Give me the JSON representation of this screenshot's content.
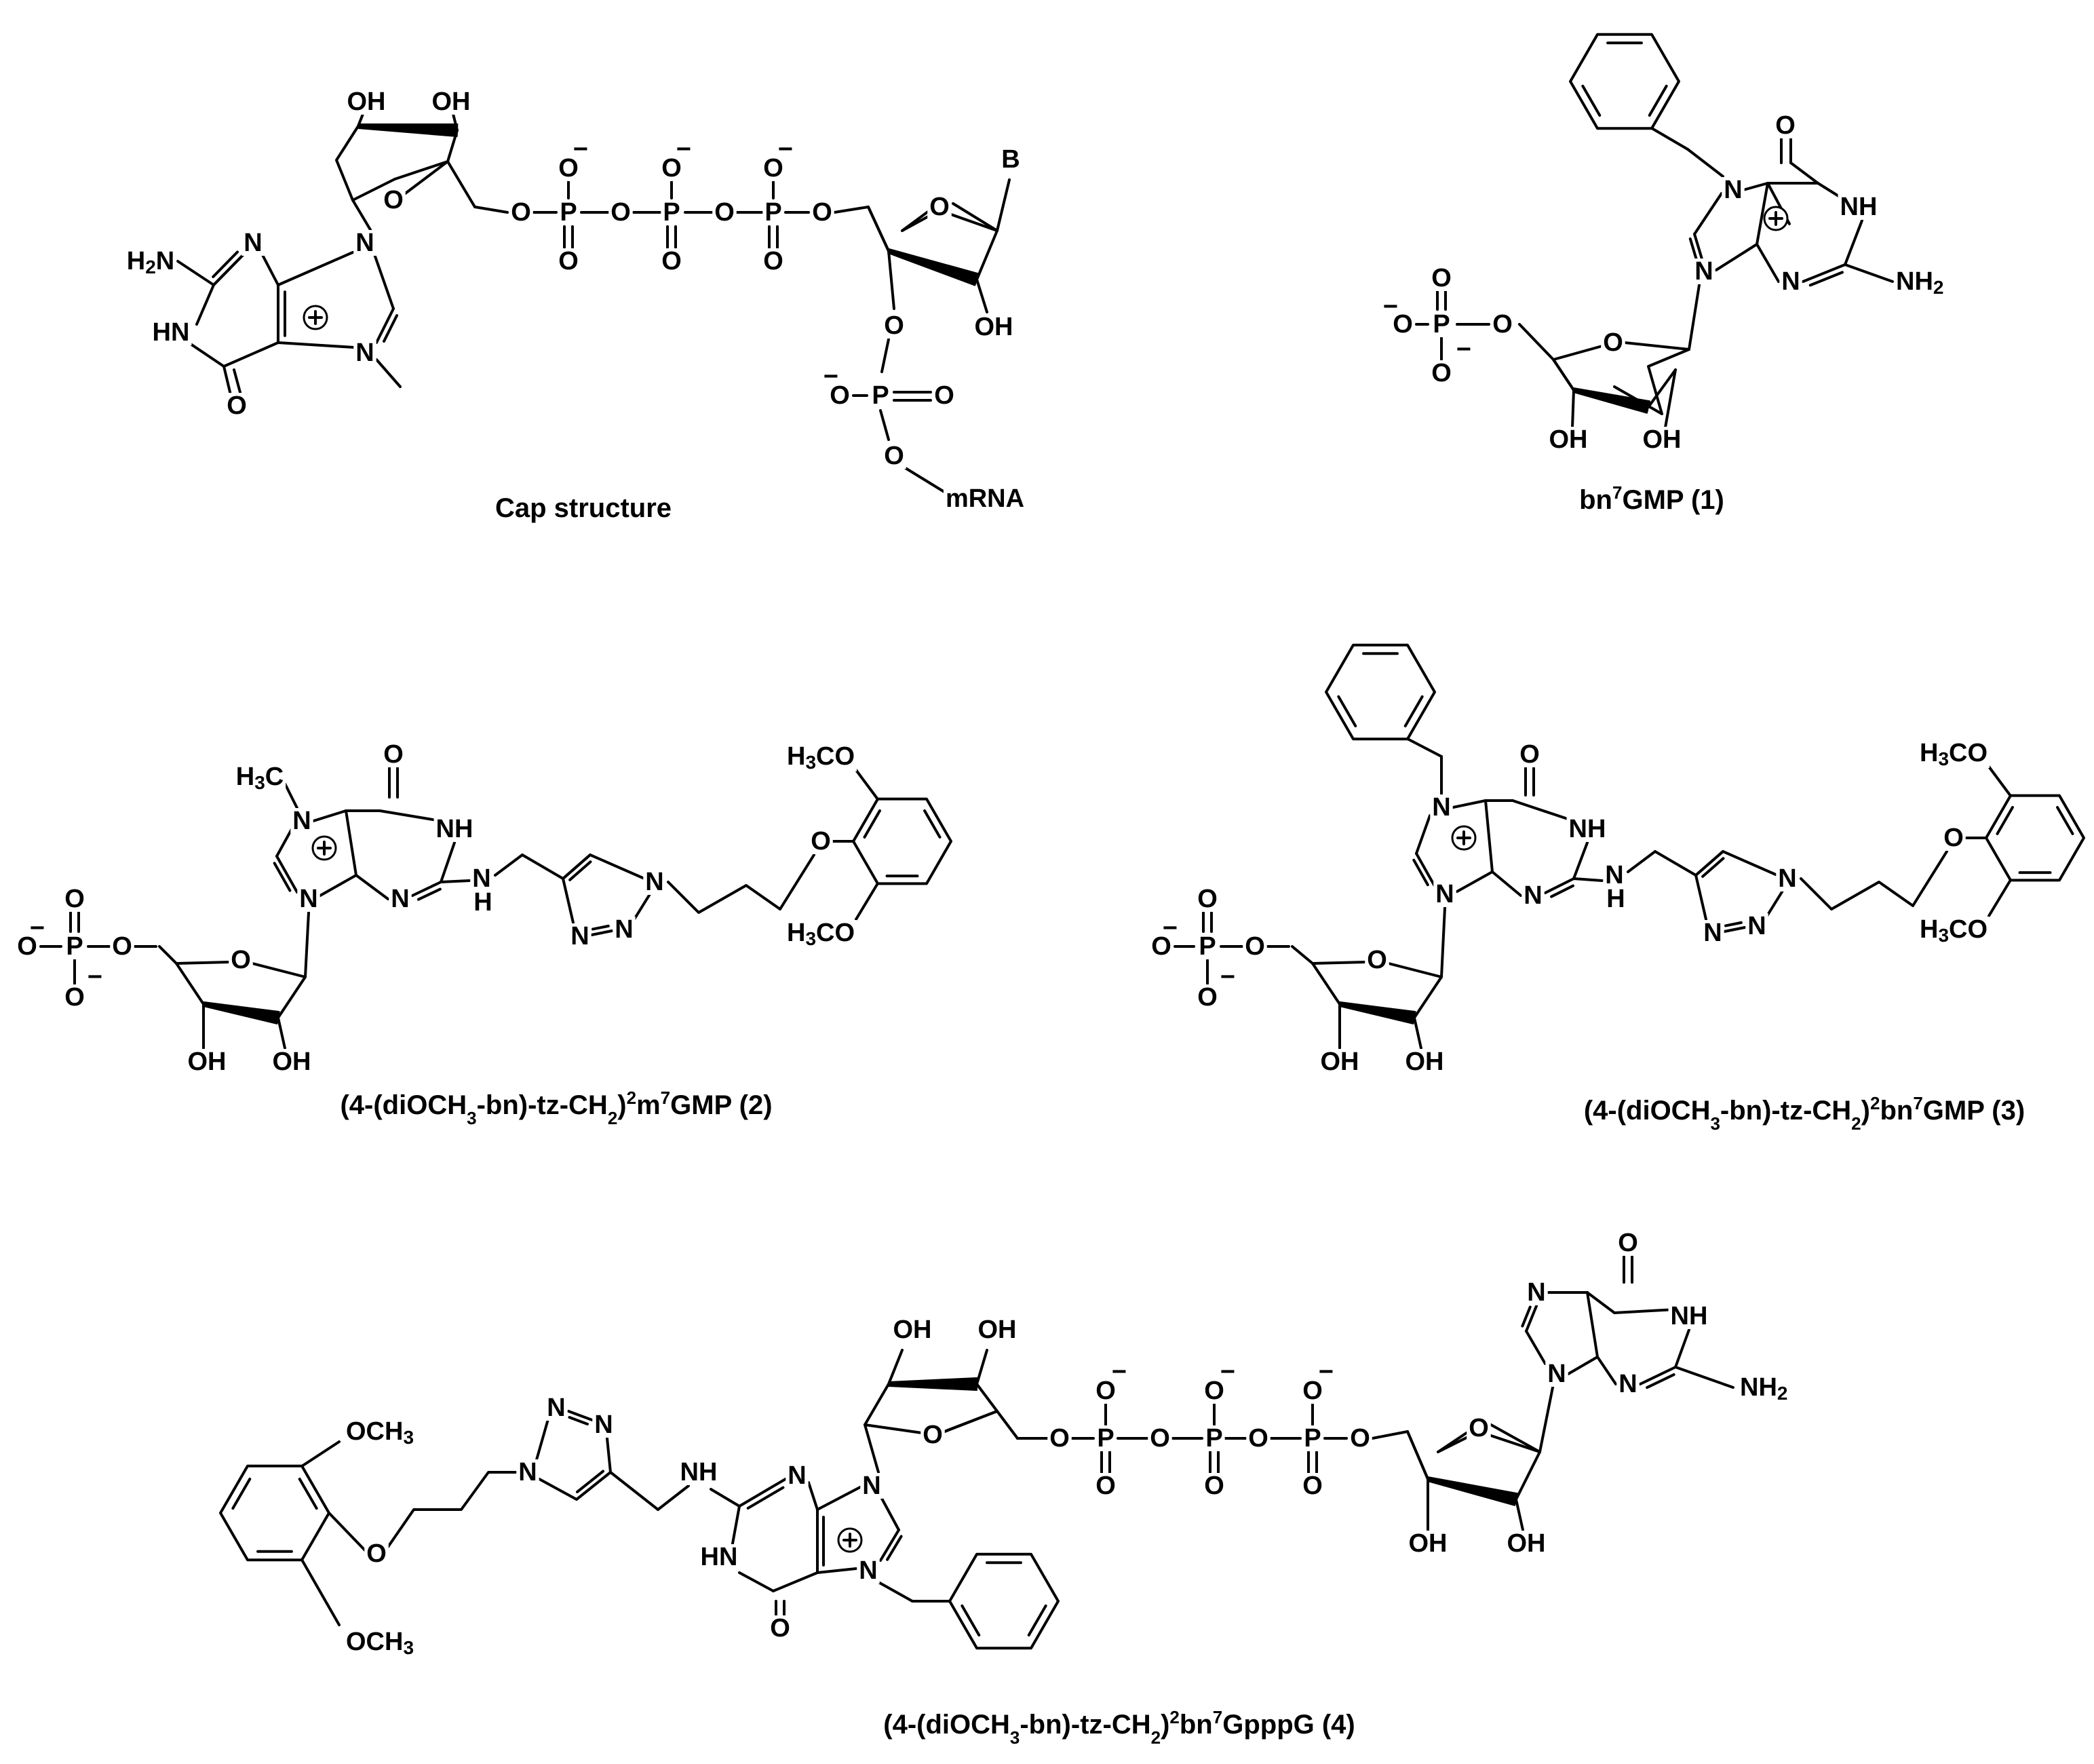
{
  "captions": [
    {
      "id": "cap",
      "parts": [
        {
          "t": "Cap structure"
        }
      ]
    },
    {
      "id": "c1",
      "parts": [
        {
          "t": "bn"
        },
        {
          "t": "7",
          "sup": true
        },
        {
          "t": "GMP (1)"
        }
      ]
    },
    {
      "id": "c2",
      "parts": [
        {
          "t": "(4-(diOCH"
        },
        {
          "t": "3",
          "sub": true
        },
        {
          "t": "-bn)-tz-CH"
        },
        {
          "t": "2",
          "sub": true
        },
        {
          "t": ")"
        },
        {
          "t": "2",
          "sup": true
        },
        {
          "t": "m"
        },
        {
          "t": "7",
          "sup": true
        },
        {
          "t": "GMP (2)"
        }
      ]
    },
    {
      "id": "c3",
      "parts": [
        {
          "t": "(4-(diOCH"
        },
        {
          "t": "3",
          "sub": true
        },
        {
          "t": "-bn)-tz-CH"
        },
        {
          "t": "2",
          "sub": true
        },
        {
          "t": ")"
        },
        {
          "t": "2",
          "sup": true
        },
        {
          "t": "bn"
        },
        {
          "t": "7",
          "sup": true
        },
        {
          "t": "GMP (3)"
        }
      ]
    },
    {
      "id": "c4",
      "parts": [
        {
          "t": "(4-(diOCH"
        },
        {
          "t": "3",
          "sub": true
        },
        {
          "t": "-bn)-tz-CH"
        },
        {
          "t": "2",
          "sub": true
        },
        {
          "t": ")"
        },
        {
          "t": "2",
          "sup": true
        },
        {
          "t": "bn"
        },
        {
          "t": "7",
          "sup": true
        },
        {
          "t": "GpppG (4)"
        }
      ]
    }
  ],
  "atom_labels": {
    "OH": "OH",
    "O": "O",
    "O_minus": "O",
    "P": "P",
    "N": "N",
    "NH": "NH",
    "HN": "HN",
    "H2N": "H2N",
    "NH2": "NH2",
    "B": "B",
    "mRNA": "mRNA",
    "H3C": "H3C",
    "H3CO": "H3CO",
    "OCH3": "OCH3",
    "H": "H",
    "minus": "−",
    "plus": "+"
  }
}
